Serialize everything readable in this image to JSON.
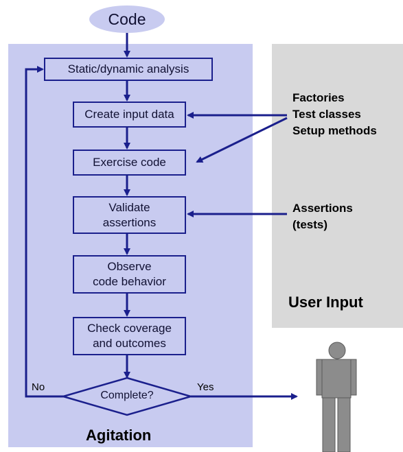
{
  "nodes": {
    "start": "Code",
    "analysis": "Static/dynamic analysis",
    "create_input": "Create input data",
    "exercise": "Exercise code",
    "validate": "Validate\nassertions",
    "observe": "Observe\ncode behavior",
    "check": "Check coverage\nand outcomes",
    "decision": "Complete?"
  },
  "edges": {
    "no": "No",
    "yes": "Yes"
  },
  "inputs": {
    "setup": "Factories\nTest classes\nSetup methods",
    "assertions": "Assertions\n(tests)"
  },
  "panels": {
    "agitation": "Agitation",
    "user_input": "User Input"
  },
  "colors": {
    "panel": "#c8cbf0",
    "stroke": "#1a1f8c",
    "user_panel": "#d9d9d9",
    "person": "#8c8c8c"
  }
}
